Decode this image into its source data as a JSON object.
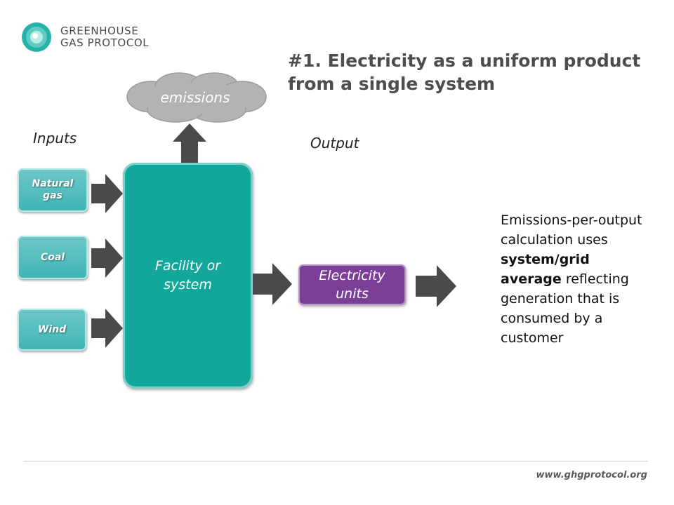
{
  "logo": {
    "line1": "GREENHOUSE",
    "line2": "GAS PROTOCOL"
  },
  "title": {
    "line1": "#1. Electricity as a uniform product",
    "line2": "from a single system"
  },
  "labels": {
    "inputs": "Inputs",
    "output": "Output",
    "emissions": "emissions"
  },
  "inputs": [
    {
      "line1": "Natural",
      "line2": "gas"
    },
    {
      "line1": "Coal"
    },
    {
      "line1": "Wind"
    }
  ],
  "facility": {
    "line1": "Facility or",
    "line2": "system"
  },
  "electricity": {
    "line1": "Electricity",
    "line2": "units"
  },
  "description": {
    "part1": "Emissions-per-output calculation uses ",
    "bold": "system/grid average",
    "part2": " reflecting generation that is consumed by a customer"
  },
  "footer": {
    "url": "www.ghgprotocol.org"
  },
  "colors": {
    "teal_input": "#4bb8b8",
    "facility": "#13a79c",
    "electricity": "#7b3f98",
    "arrow": "#4a4a4a",
    "cloud": "#b3b3b3"
  }
}
